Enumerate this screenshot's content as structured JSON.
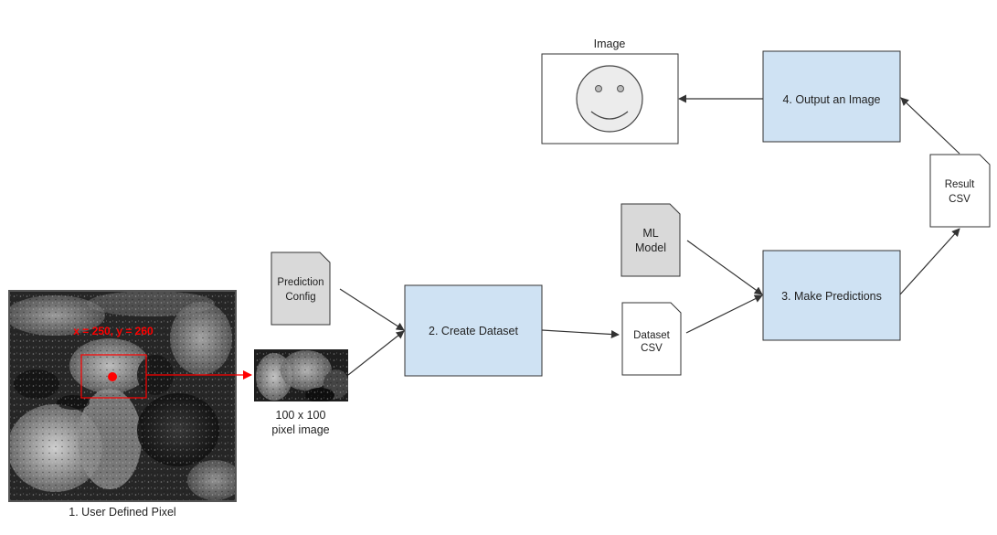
{
  "colors": {
    "process_fill": "#cfe2f3",
    "process_stroke": "#333333",
    "model_fill": "#d9d9d9",
    "config_fill": "#d9d9d9",
    "file_fill": "#ffffff",
    "accent": "#ff0000",
    "line": "#333333"
  },
  "input_image": {
    "coordinate_label": "x = 250, y = 260",
    "caption": "1. User Defined Pixel"
  },
  "crop_image": {
    "caption_line1": "100 x 100",
    "caption_line2": "pixel image"
  },
  "prediction_config": {
    "line1": "Prediction",
    "line2": "Config"
  },
  "create_dataset": {
    "label": "2. Create Dataset"
  },
  "dataset_csv": {
    "line1": "Dataset",
    "line2": "CSV"
  },
  "ml_model": {
    "line1": "ML",
    "line2": "Model"
  },
  "make_predictions": {
    "label": "3. Make Predictions"
  },
  "result_csv": {
    "line1": "Result",
    "line2": "CSV"
  },
  "output_image_step": {
    "label": "4. Output an Image"
  },
  "output_image": {
    "title": "Image",
    "icon": "smiley-face-icon"
  }
}
